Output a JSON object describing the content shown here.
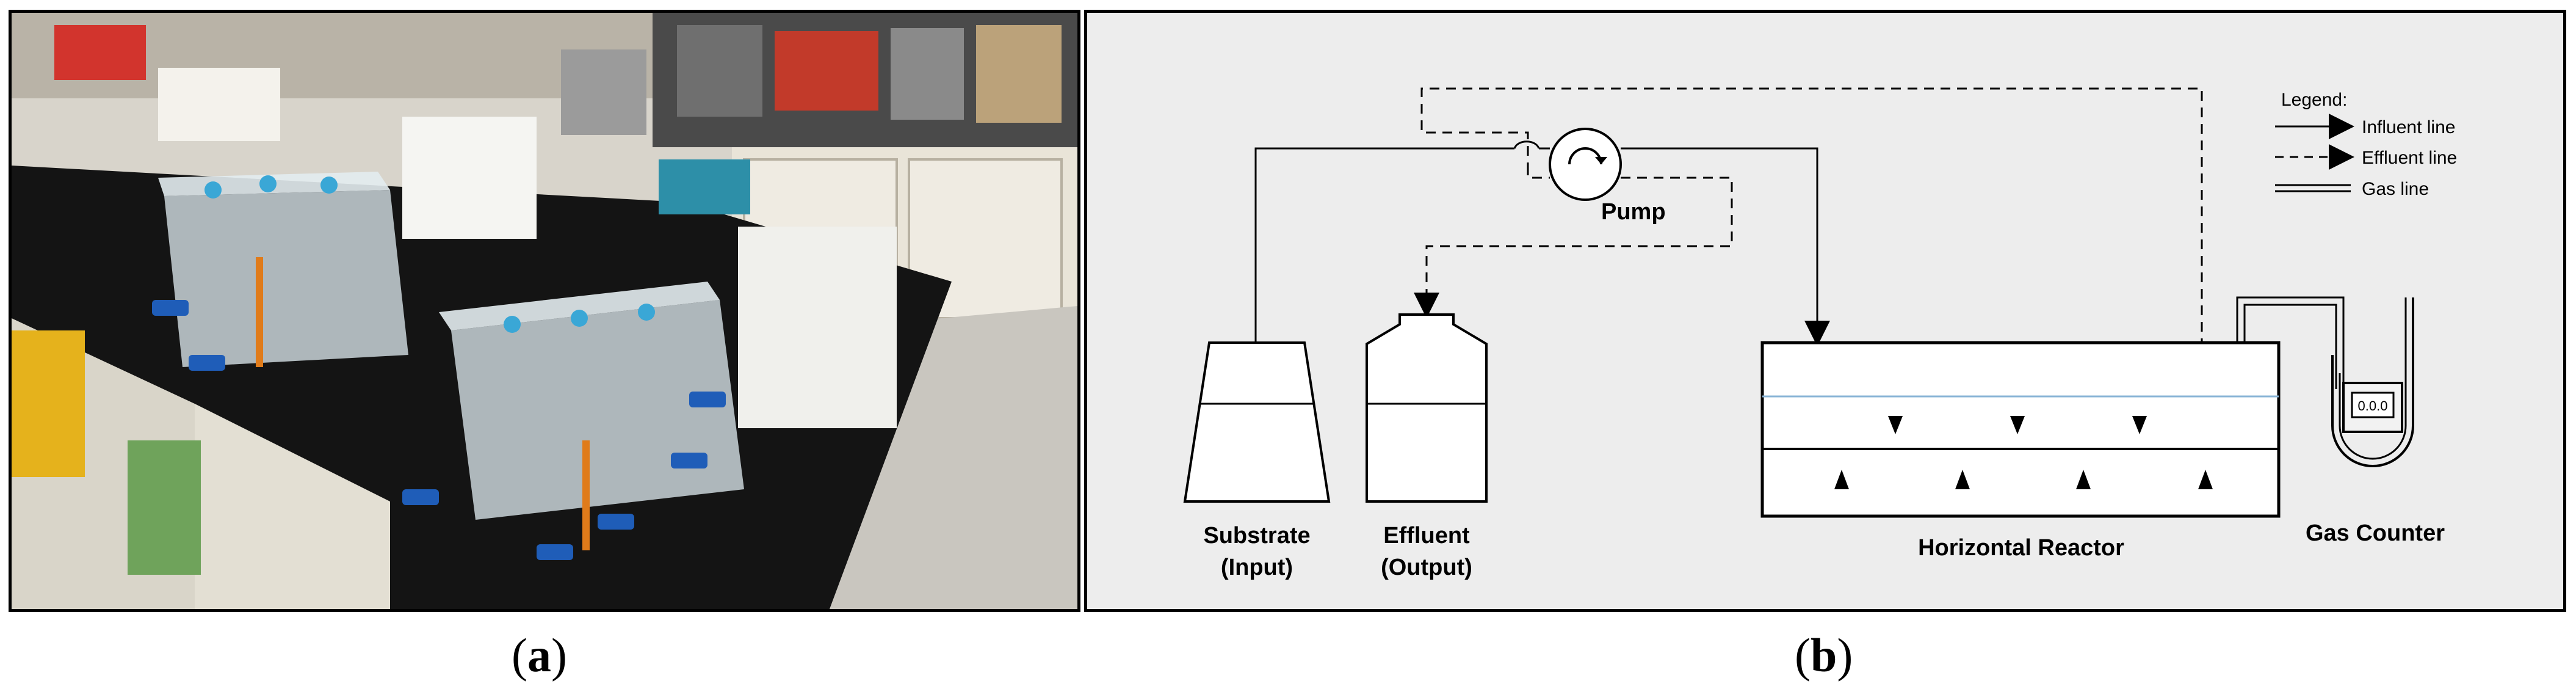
{
  "captions": {
    "a_open": "(",
    "a_letter": "a",
    "a_close": ")",
    "b_open": "(",
    "b_letter": "b",
    "b_close": ")"
  },
  "diagram": {
    "legend_title": "Legend:",
    "legend_influent": "Influent line",
    "legend_effluent": "Effluent line",
    "legend_gas": "Gas line",
    "pump_label": "Pump",
    "substrate_line1": "Substrate",
    "substrate_line2": "(Input)",
    "effluent_line1": "Effluent",
    "effluent_line2": "(Output)",
    "reactor_label": "Horizontal Reactor",
    "gas_counter_label": "Gas Counter",
    "gas_counter_display": "0.0.0"
  },
  "colors": {
    "water_line": "#8ab4d6",
    "bench": "#111111",
    "wall": "#e6e3dc"
  }
}
